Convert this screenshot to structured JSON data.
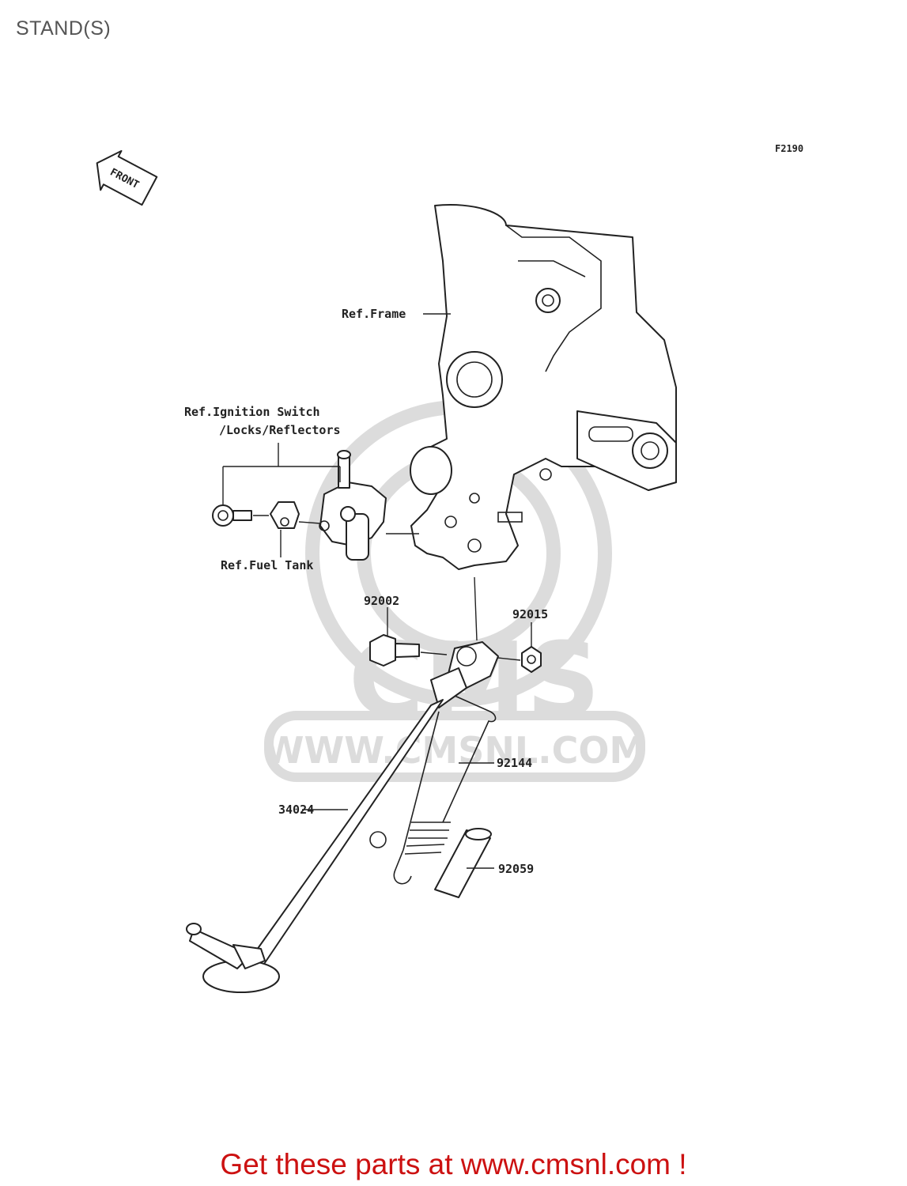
{
  "page": {
    "title": "STAND(S)"
  },
  "diagram": {
    "figure_code": "F2190",
    "front_arrow": "FRONT",
    "watermark": "WWW.CMSNL.COM",
    "watermark_logo": "CMS",
    "labels": {
      "ref_frame": "Ref.Frame",
      "ref_ignition_1": "Ref.Ignition Switch",
      "ref_ignition_2": "/Locks/Reflectors",
      "ref_fuel_tank": "Ref.Fuel Tank",
      "part_92002": "92002",
      "part_92015": "92015",
      "part_92144": "92144",
      "part_34024": "34024",
      "part_92059": "92059"
    }
  },
  "footer": {
    "cta": "Get these parts at www.cmsnl.com !"
  },
  "colors": {
    "cta": "#cc1111",
    "title": "#555555",
    "ink": "#222222",
    "watermark": "#dcdcdc"
  }
}
